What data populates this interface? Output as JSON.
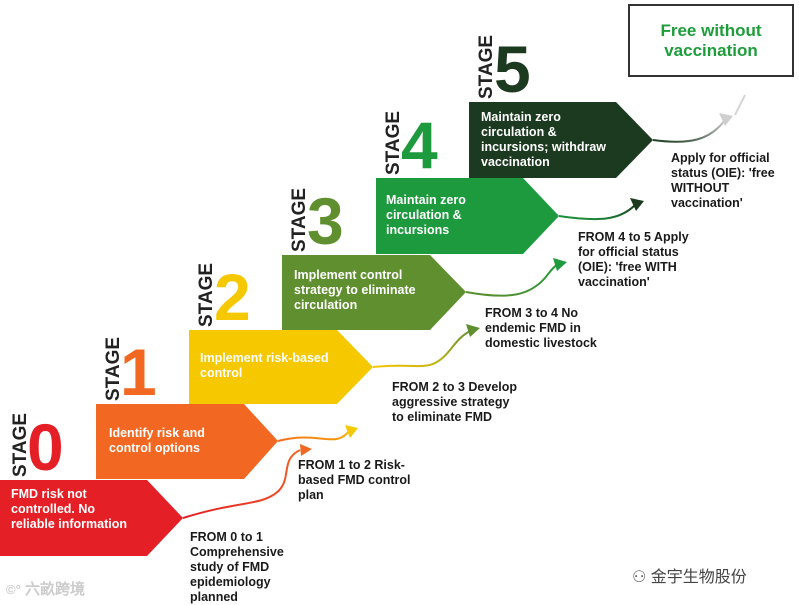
{
  "stage_word": "STAGE",
  "stages": [
    {
      "num": "0",
      "text": "FMD risk not controlled. No reliable information",
      "color": "#e41f26"
    },
    {
      "num": "1",
      "text": "Identify risk and control options",
      "color": "#f26722"
    },
    {
      "num": "2",
      "text": "Implement risk-based control",
      "color": "#f6c800"
    },
    {
      "num": "3",
      "text": "Implement control strategy to eliminate circulation",
      "color": "#5f8f2e"
    },
    {
      "num": "4",
      "text": "Maintain zero circulation & incursions",
      "color": "#1d9a3d"
    },
    {
      "num": "5",
      "text": "Maintain zero circulation & incursions; withdraw vaccination",
      "color": "#1c3a1f"
    }
  ],
  "transitions": [
    {
      "text": "FROM 0 to 1 Comprehensive study of FMD epidemiology planned"
    },
    {
      "text": "FROM 1 to 2 Risk-based FMD control plan"
    },
    {
      "text": "FROM 2 to 3 Develop aggressive strategy to eliminate FMD"
    },
    {
      "text": "FROM 3 to 4 No endemic FMD in domestic livestock"
    },
    {
      "text": "FROM 4 to 5 Apply for official status (OIE): 'free WITH vaccination'"
    },
    {
      "text": "Apply for official status (OIE): 'free WITHOUT vaccination'"
    }
  ],
  "final_goal": "Free without vaccination",
  "watermark_left": "六畝跨境",
  "watermark_right": "金宇生物股份"
}
